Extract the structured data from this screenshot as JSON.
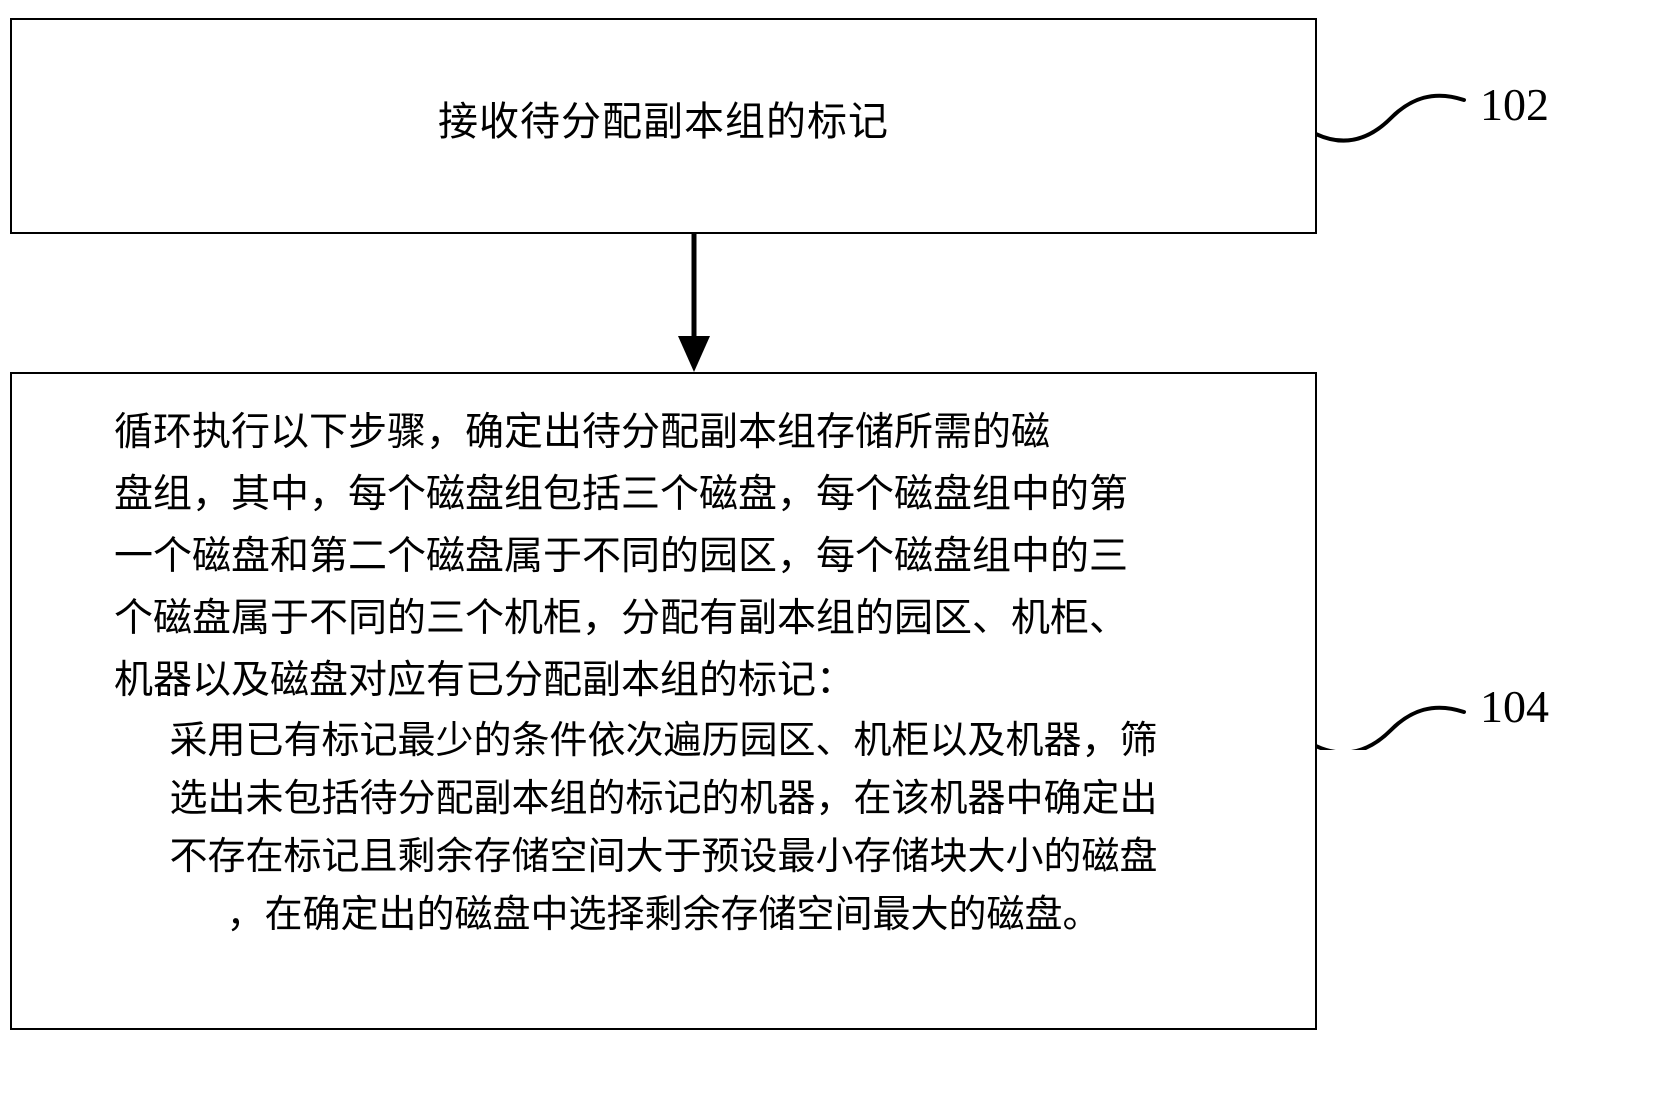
{
  "diagram": {
    "type": "patent-flowchart",
    "background_color": "#ffffff",
    "line_color": "#000000",
    "steps": [
      {
        "ref": "102",
        "kind": "process-box",
        "text": "接收待分配副本组的标记"
      },
      {
        "ref": "104",
        "kind": "process-box",
        "paragraph_1_lines": [
          "循环执行以下步骤，确定出待分配副本组存储所需的磁",
          "盘组，其中，每个磁盘组包括三个磁盘，每个磁盘组中的第",
          "一个磁盘和第二个磁盘属于不同的园区，每个磁盘组中的三",
          "个磁盘属于不同的三个机柜，分配有副本组的园区、机柜、",
          "机器以及磁盘对应有已分配副本组的标记："
        ],
        "paragraph_2_lines": [
          "采用已有标记最少的条件依次遍历园区、机柜以及机器，筛",
          "选出未包括待分配副本组的标记的机器，在该机器中确定出",
          "不存在标记且剩余存储空间大于预设最小存储块大小的磁盘",
          "，在确定出的磁盘中选择剩余存储空间最大的磁盘。"
        ]
      }
    ],
    "connectors": [
      {
        "from_ref": "102",
        "to_ref": "104",
        "style": "solid-line-with-arrowhead",
        "direction": "down"
      }
    ],
    "reference_labels": [
      {
        "text": "102",
        "leader": "s-curve"
      },
      {
        "text": "104",
        "leader": "s-curve"
      }
    ]
  }
}
